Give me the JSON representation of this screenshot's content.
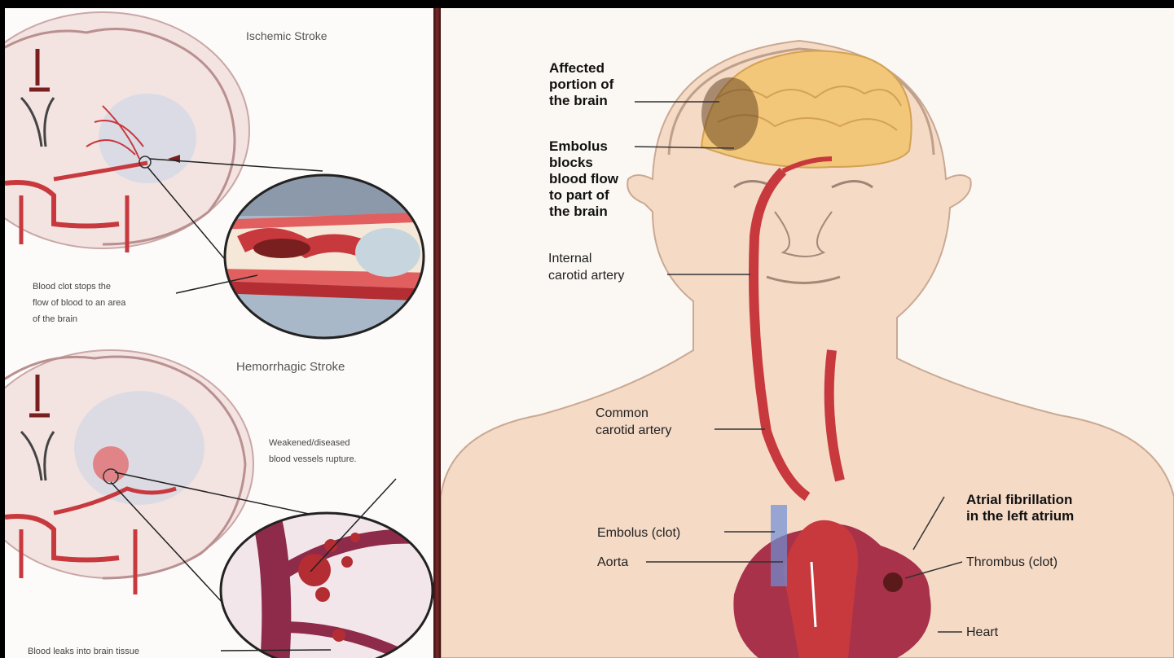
{
  "left": {
    "ischemic_title": "Ischemic Stroke",
    "ischemic_caption": "Blood clot stops the\nflow of blood to an area\nof the brain",
    "hemorrhagic_title": "Hemorrhagic Stroke",
    "hemorrhagic_callout": "Weakened/diseased\nblood vessels rupture.",
    "hemorrhagic_caption": "Blood leaks into brain tissue"
  },
  "right": {
    "affected": "Affected\nportion of\nthe brain",
    "embolus_blocks": "Embolus\nblocks\nblood flow\nto part of\nthe brain",
    "internal_carotid": "Internal\ncarotid artery",
    "common_carotid": "Common\ncarotid artery",
    "embolus_clot": "Embolus (clot)",
    "aorta": "Aorta",
    "afib": "Atrial fibrillation\nin the left atrium",
    "thrombus": "Thrombus (clot)",
    "heart": "Heart"
  },
  "colors": {
    "artery": "#c8393e",
    "brain": "#f2c77a",
    "skin": "#f5dac6",
    "brain_slice": "#f3e3e1"
  }
}
